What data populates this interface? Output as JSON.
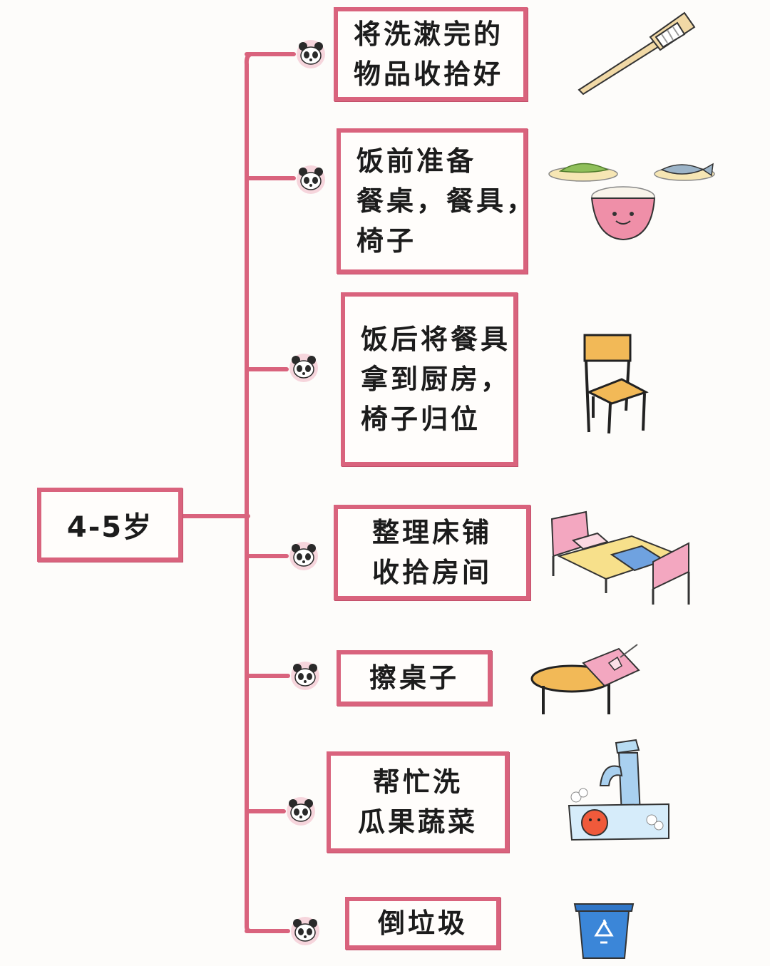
{
  "colors": {
    "accent": "#d9637d",
    "box_fill": "#fffdfb",
    "text": "#1c1c1c"
  },
  "root": {
    "label": "4-5岁"
  },
  "tasks": [
    {
      "lines": [
        "将洗漱完的",
        "物品收拾好"
      ],
      "illustration": "toothbrush-icon"
    },
    {
      "lines": [
        "饭前准备",
        "餐桌，餐具，",
        "椅子"
      ],
      "illustration": "meal-bowl-icon"
    },
    {
      "lines": [
        "饭后将餐具",
        "拿到厨房，",
        "椅子归位"
      ],
      "illustration": "chair-icon"
    },
    {
      "lines": [
        "整理床铺",
        "收拾房间"
      ],
      "illustration": "bed-icon"
    },
    {
      "lines": [
        "擦桌子"
      ],
      "illustration": "wiping-table-icon"
    },
    {
      "lines": [
        "帮忙洗",
        "瓜果蔬菜"
      ],
      "illustration": "faucet-washing-fruit-icon"
    },
    {
      "lines": [
        "倒垃圾"
      ],
      "illustration": "recycle-bin-icon"
    }
  ]
}
